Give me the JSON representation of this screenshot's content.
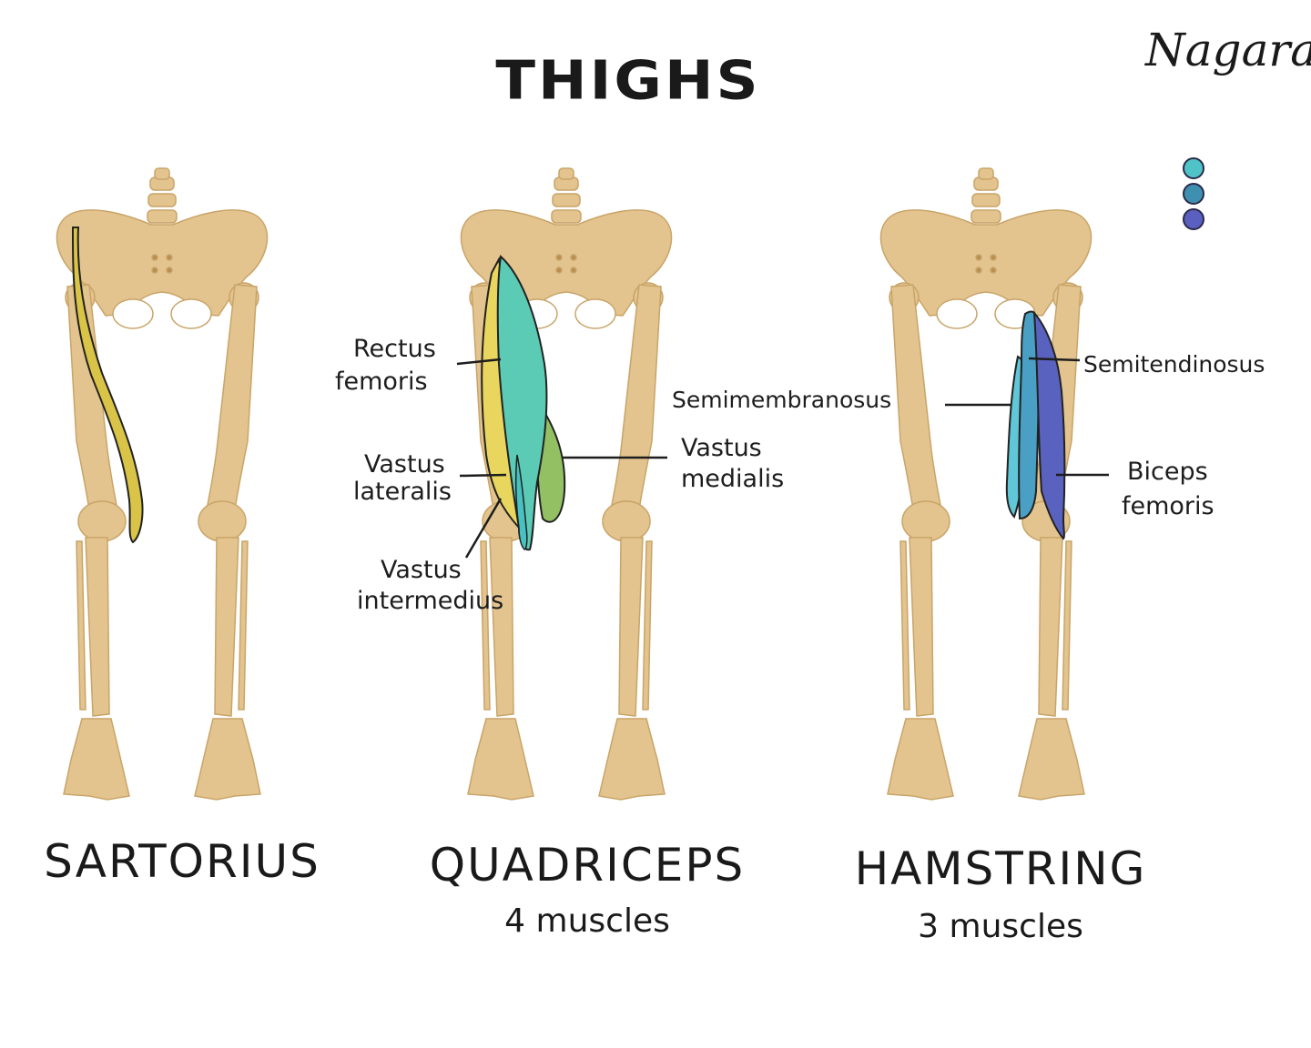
{
  "title": "THIGHS",
  "signature": "Nagara",
  "legend_colors": [
    "#4fc3c7",
    "#3f8fb0",
    "#5a5fc0"
  ],
  "colors": {
    "bone": "#e3c48e",
    "bone_outline": "#c9a468",
    "sartorius": "#d9c447",
    "rectus_femoris": "#5ccbb6",
    "vastus_lateralis": "#e8d65e",
    "vastus_medialis": "#93c063",
    "vastus_intermedius": "#48c1c2",
    "semitendinosus": "#4aa0c4",
    "semimembranosus": "#5fc7d8",
    "biceps_femoris": "#5a62c0"
  },
  "panels": {
    "sartorius": {
      "caption": "SARTORIUS"
    },
    "quadriceps": {
      "caption": "QUADRICEPS",
      "count": "4 muscles",
      "labels": {
        "rectus_femoris": [
          "Rectus",
          "femoris"
        ],
        "vastus_lateralis": [
          "Vastus",
          "lateralis"
        ],
        "vastus_medialis": [
          "Vastus",
          "medialis"
        ],
        "vastus_intermedius": [
          "Vastus",
          "intermedius"
        ]
      }
    },
    "hamstring": {
      "caption": "HAMSTRING",
      "count": "3 muscles",
      "labels": {
        "semitendinosus": "Semitendinosus",
        "semimembranosus": "Semimembranosus",
        "biceps_femoris": [
          "Biceps",
          "femoris"
        ]
      }
    }
  }
}
